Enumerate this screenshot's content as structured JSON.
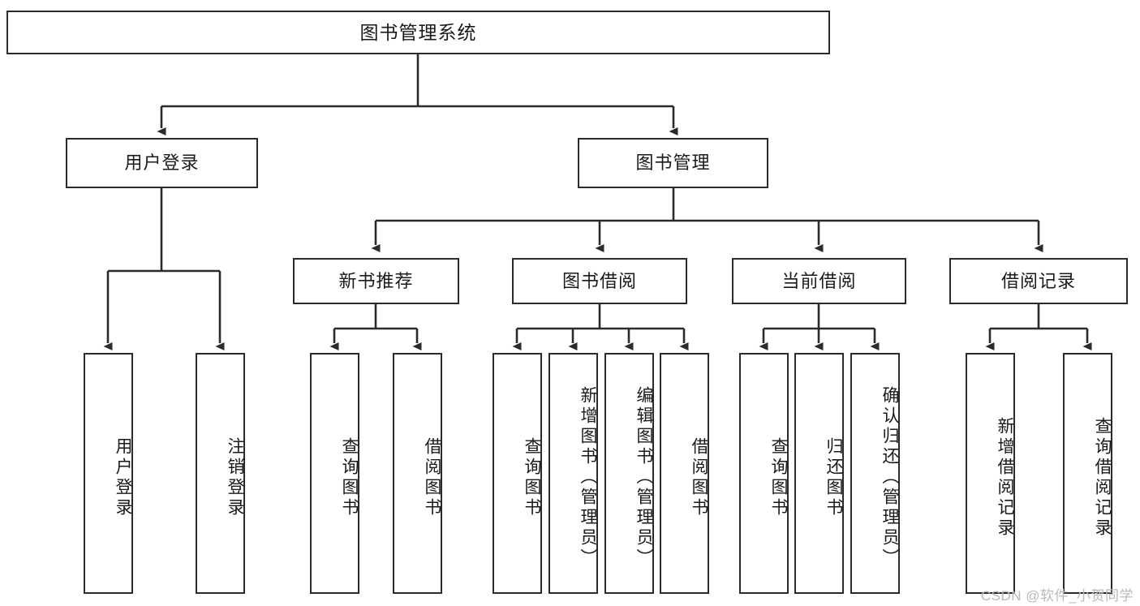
{
  "diagram": {
    "type": "tree-hierarchy",
    "orientation": "top-down",
    "root": {
      "id": "root",
      "label": "图书管理系统"
    },
    "level1": [
      {
        "id": "user-login",
        "label": "用户登录"
      },
      {
        "id": "book-management",
        "label": "图书管理"
      }
    ],
    "level2": [
      {
        "id": "new-book-recommend",
        "label": "新书推荐",
        "parent": "book-management"
      },
      {
        "id": "book-borrow",
        "label": "图书借阅",
        "parent": "book-management"
      },
      {
        "id": "current-borrow",
        "label": "当前借阅",
        "parent": "book-management"
      },
      {
        "id": "borrow-record",
        "label": "借阅记录",
        "parent": "book-management"
      }
    ],
    "leaves": [
      {
        "id": "leaf-user-login",
        "label": "用户登录",
        "parent": "user-login"
      },
      {
        "id": "leaf-logout",
        "label": "注销登录",
        "parent": "user-login"
      },
      {
        "id": "leaf-query-book-1",
        "label": "查询图书",
        "parent": "new-book-recommend"
      },
      {
        "id": "leaf-borrow-book-1",
        "label": "借阅图书",
        "parent": "new-book-recommend"
      },
      {
        "id": "leaf-query-book-2",
        "label": "查询图书",
        "parent": "book-borrow"
      },
      {
        "id": "leaf-add-book",
        "label": "新增图书（管理员）",
        "parent": "book-borrow"
      },
      {
        "id": "leaf-edit-book",
        "label": "编辑图书（管理员）",
        "parent": "book-borrow"
      },
      {
        "id": "leaf-borrow-book-2",
        "label": "借阅图书",
        "parent": "book-borrow"
      },
      {
        "id": "leaf-query-book-3",
        "label": "查询图书",
        "parent": "current-borrow"
      },
      {
        "id": "leaf-return-book",
        "label": "归还图书",
        "parent": "current-borrow"
      },
      {
        "id": "leaf-confirm-return",
        "label": "确认归还（管理员）",
        "parent": "current-borrow"
      },
      {
        "id": "leaf-add-record",
        "label": "新增借阅记录",
        "parent": "borrow-record"
      },
      {
        "id": "leaf-query-record",
        "label": "查询借阅记录",
        "parent": "borrow-record"
      }
    ],
    "colors": {
      "stroke": "#2b2b2b",
      "fill": "#ffffff",
      "text": "#1a1a1a",
      "watermark": "#b9b9b9"
    }
  },
  "watermark": {
    "text": "CSDN @软件_小贺同学"
  }
}
